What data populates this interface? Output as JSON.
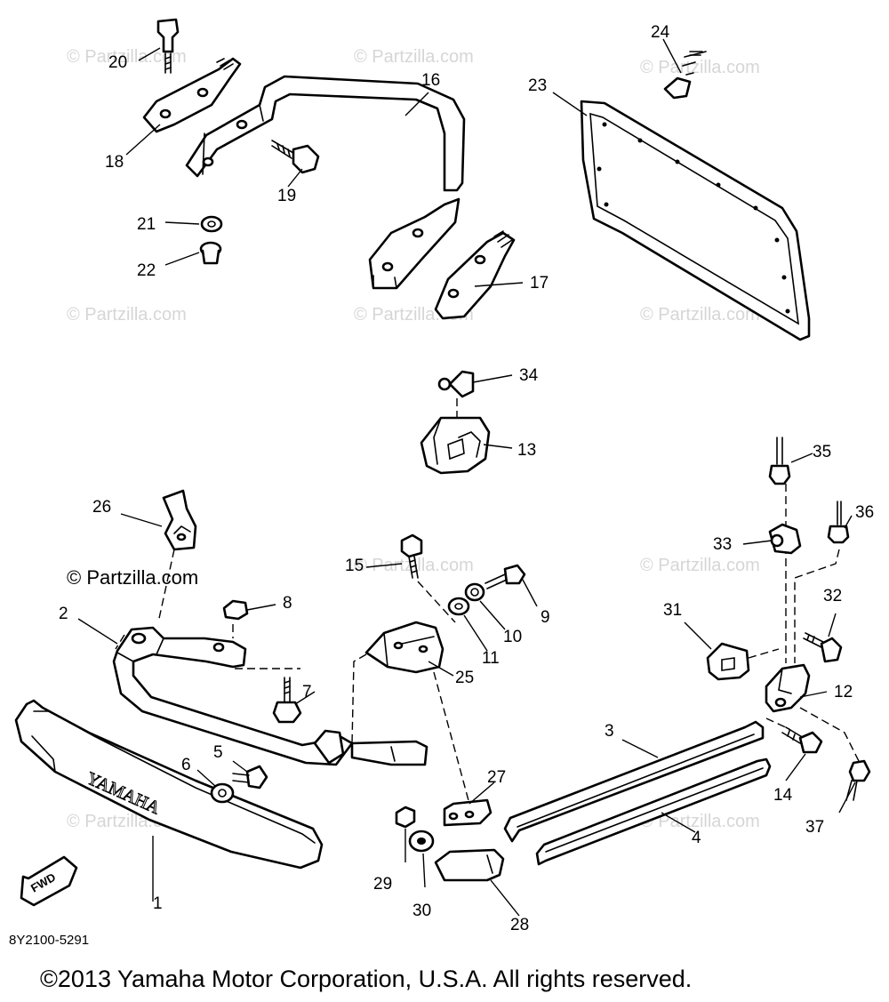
{
  "watermarks": [
    "© Partzilla.com",
    "© Partzilla.com",
    "© Partzilla.com",
    "© Partzilla.com",
    "© Partzilla.com",
    "© Partzilla.com",
    "© Partzilla.com",
    "© Partzilla.com",
    "© Partzilla.com",
    "© Partzilla.com",
    "© Partzilla.com"
  ],
  "bumper_text": "YAMAHA",
  "fwd_text": "FWD",
  "diagram_code": "8Y2100-5291",
  "copyright": "©2013 Yamaha Motor Corporation, U.S.A. All rights reserved.",
  "callouts": [
    "1",
    "2",
    "3",
    "4",
    "5",
    "6",
    "7",
    "8",
    "9",
    "10",
    "11",
    "12",
    "13",
    "14",
    "15",
    "16",
    "17",
    "18",
    "19",
    "20",
    "21",
    "22",
    "23",
    "24",
    "25",
    "26",
    "27",
    "28",
    "29",
    "30",
    "31",
    "32",
    "33",
    "34",
    "35",
    "36",
    "37"
  ],
  "colors": {
    "line": "#000000",
    "background": "#ffffff",
    "watermark": "#d6d6d6"
  }
}
